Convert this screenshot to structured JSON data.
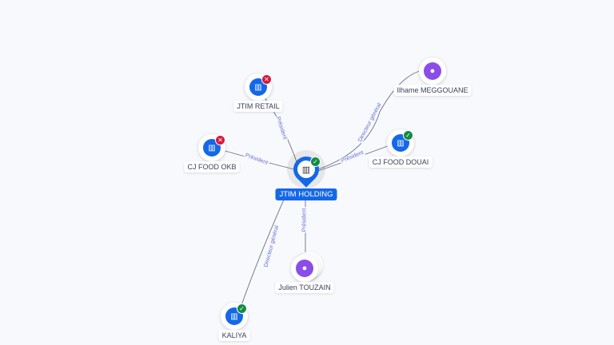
{
  "nodes": {
    "center": {
      "name": "JTIM HOLDING",
      "status": "active"
    },
    "jtim_retail": {
      "name": "JTIM RETAIL",
      "status": "closed"
    },
    "cj_food_okb": {
      "name": "CJ FOOD OKB",
      "status": "closed"
    },
    "ilhame": {
      "name": "Ilhame MEGGOUANE"
    },
    "cj_food_douai": {
      "name": "CJ FOOD DOUAI",
      "status": "active"
    },
    "julien": {
      "name": "Julien TOUZAIN"
    },
    "kaliya": {
      "name": "KALIYA",
      "status": "active"
    }
  },
  "edges": {
    "retail": "Président",
    "okb": "Président",
    "ilhame": "Directeur général",
    "douai": "Président",
    "julien": "Président",
    "kaliya": "Directeur général"
  },
  "colors": {
    "company": "#1468e8",
    "person": "#8a4de8",
    "closed": "#d6173d",
    "active": "#168a43",
    "edge_label": "#6a6fd8"
  }
}
